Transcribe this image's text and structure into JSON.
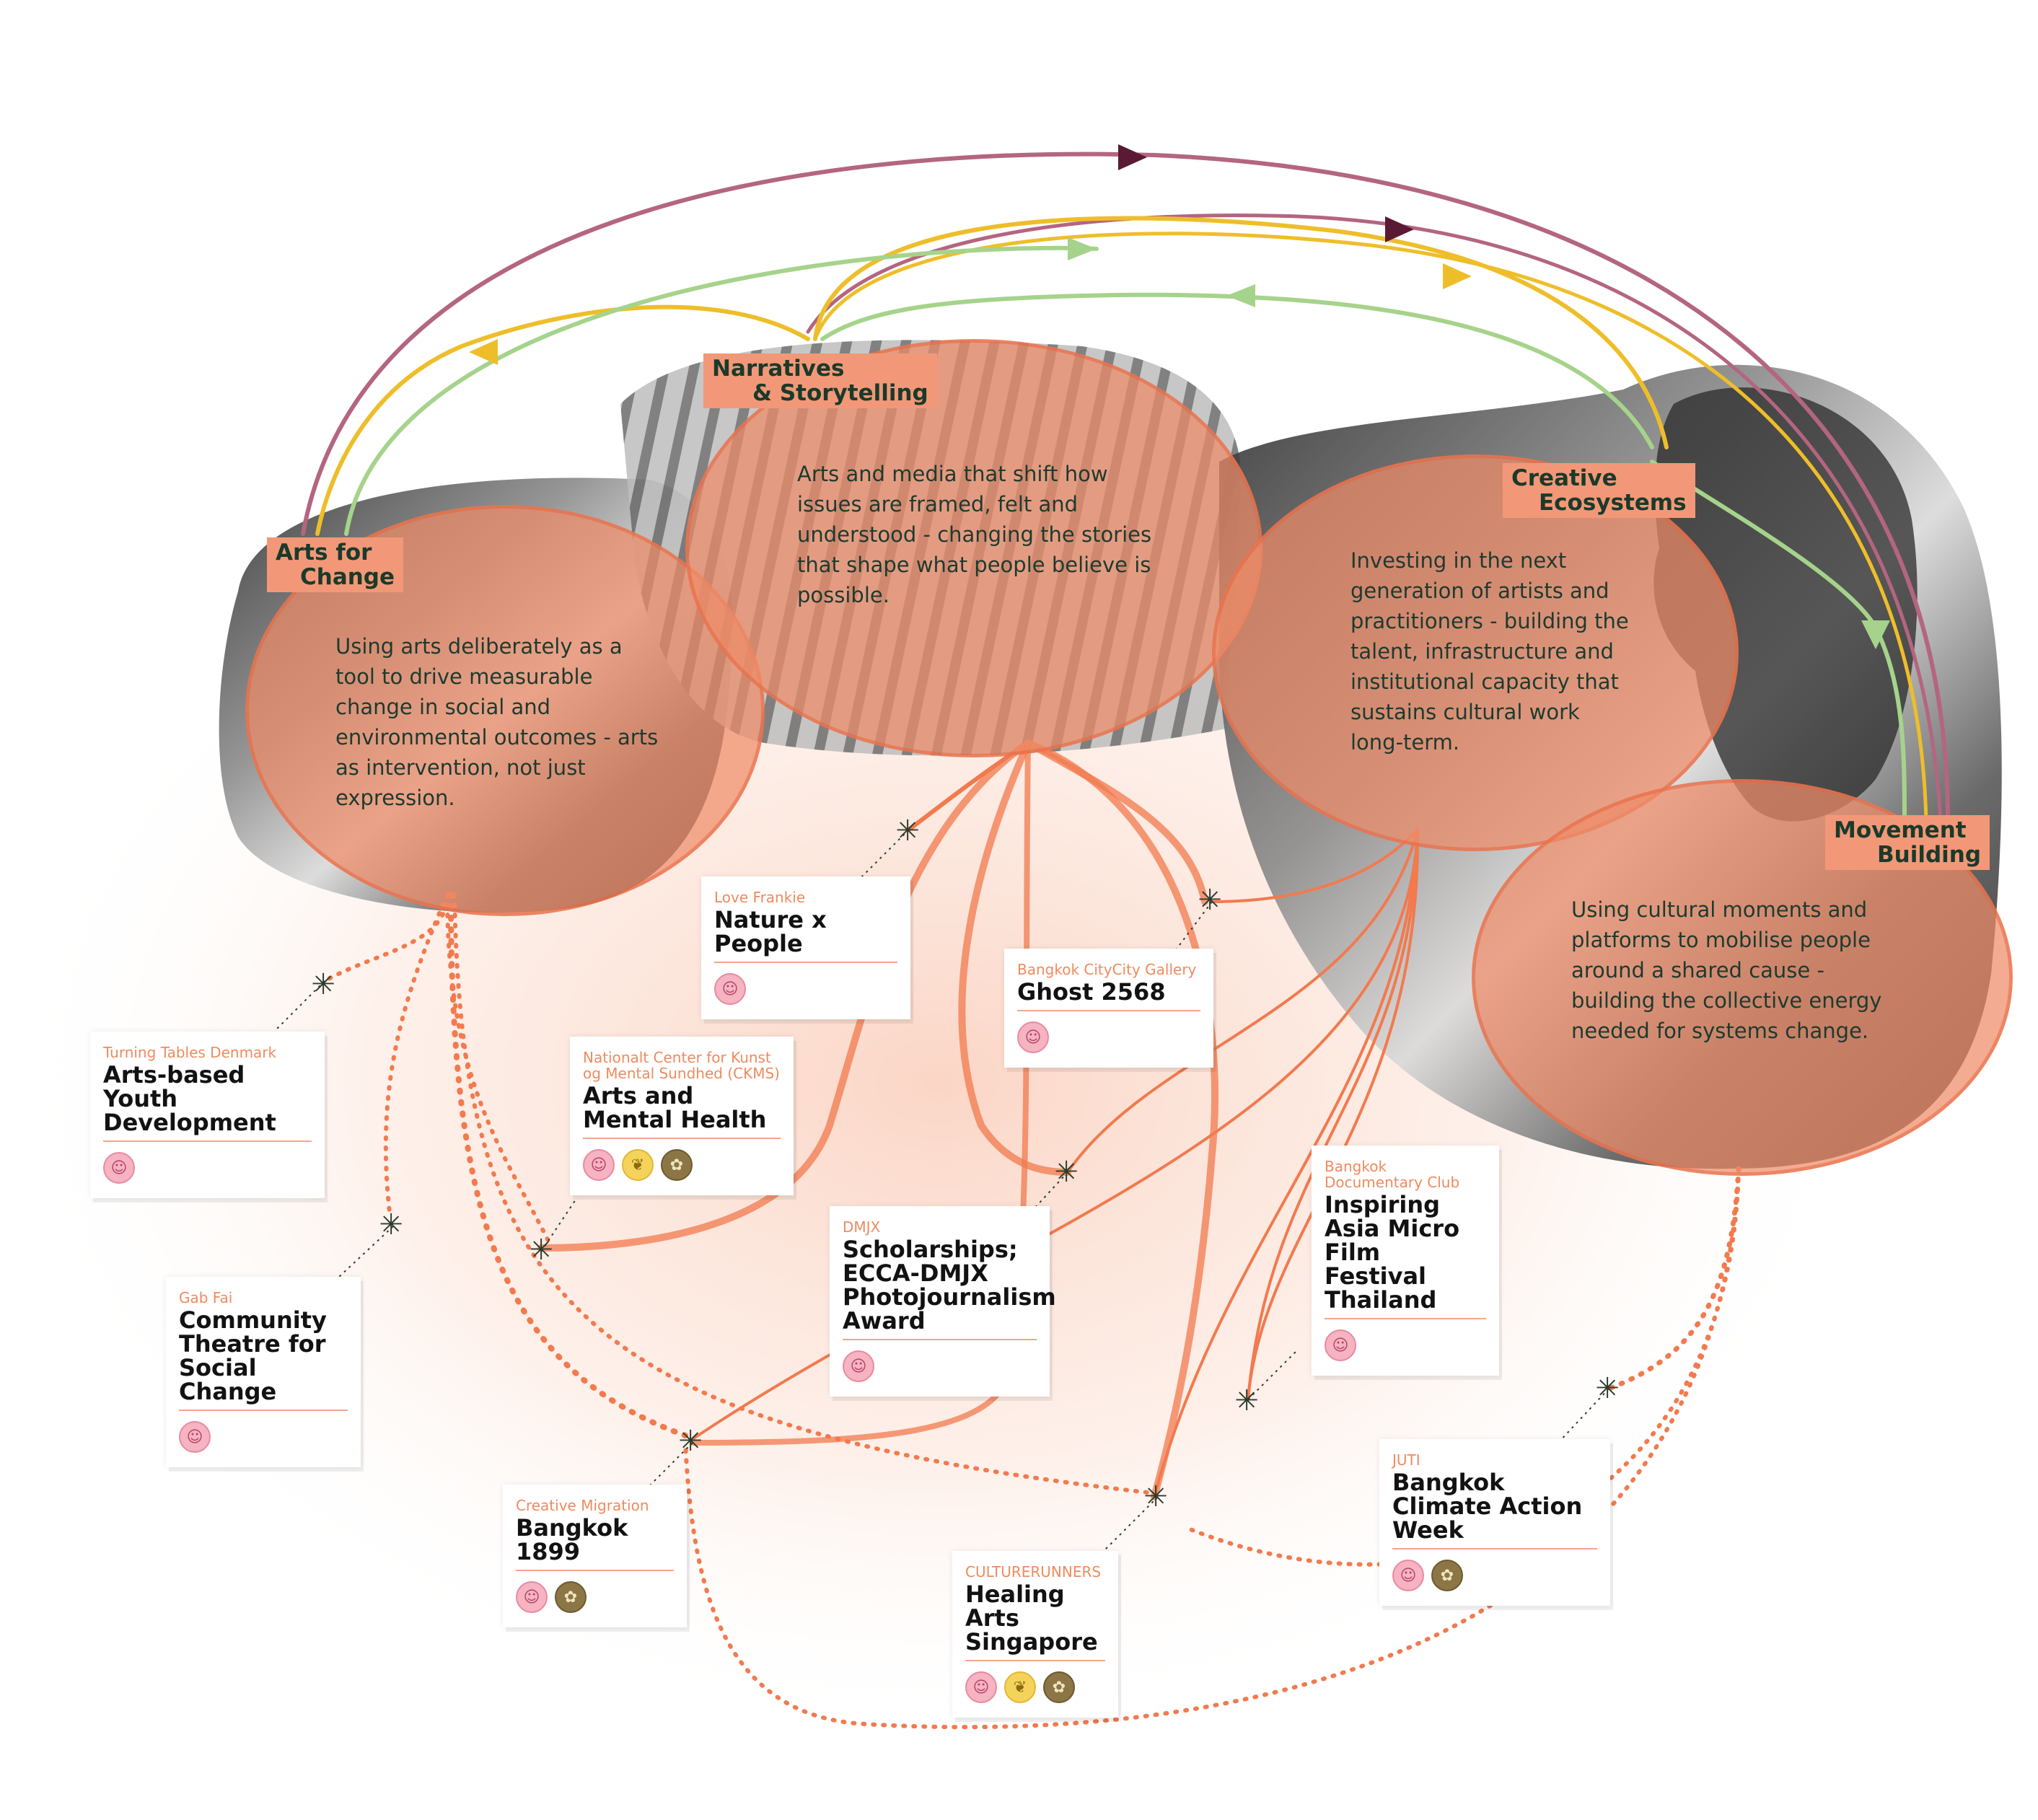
{
  "pillars": {
    "arts_for_change": {
      "label_line1": "Arts for",
      "label_line2": "Change",
      "description": "Using arts deliberately as a tool to drive measurable change in social and environmental outcomes - arts as intervention, not just expression."
    },
    "narratives": {
      "label_line1": "Narratives",
      "label_line2": "& Storytelling",
      "description": "Arts and media that shift how issues are framed, felt and understood - changing the stories that shape what people believe is possible."
    },
    "creative_ecosystems": {
      "label_line1": "Creative",
      "label_line2": "Ecosystems",
      "description": "Investing in the next generation of artists and practitioners - building the talent, infrastructure and institutional capacity that sustains cultural work long-term."
    },
    "movement_building": {
      "label_line1": "Movement",
      "label_line2": "Building",
      "description": "Using cultural moments and platforms to mobilise people around a shared cause - building the collective energy needed for systems change."
    }
  },
  "cards": {
    "turning_tables": {
      "org": "Turning Tables Denmark",
      "title": "Arts-based Youth Development"
    },
    "love_frankie": {
      "org": "Love Frankie",
      "title": "Nature x People"
    },
    "ckms": {
      "org": "Nationalt Center for Kunst og Mental Sundhed (CKMS)",
      "title": "Arts and Mental Health"
    },
    "gab_fai": {
      "org": "Gab Fai",
      "title": "Community Theatre for Social Change"
    },
    "bangkok_citycity": {
      "org": "Bangkok CityCity Gallery",
      "title": "Ghost 2568"
    },
    "dmjx": {
      "org": "DMJX",
      "title": "Scholarships; ECCA-DMJX Photojournalism Award"
    },
    "bangkok_doc_club": {
      "org": "Bangkok Documentary Club",
      "title": "Inspiring Asia Micro Film Festival Thailand"
    },
    "creative_migration": {
      "org": "Creative Migration",
      "title": "Bangkok 1899"
    },
    "culturerunners": {
      "org": "CULTURERUNNERS",
      "title": "Healing Arts Singapore"
    },
    "juti": {
      "org": "JUTI",
      "title": "Bangkok Climate Action Week"
    }
  },
  "icon_names": {
    "pink": "people-icon",
    "yellow": "leaf-icon",
    "olive": "globe-icon"
  },
  "colors": {
    "bubble": "#ee8c68",
    "label_bg": "#f29878",
    "label_text": "#1a3a2a",
    "org_text": "#ef8a5e",
    "arc_plum": "#b4657f",
    "arc_yellow": "#eebe2a",
    "arc_green": "#a6d38b",
    "link_orange": "#f27a4e"
  }
}
